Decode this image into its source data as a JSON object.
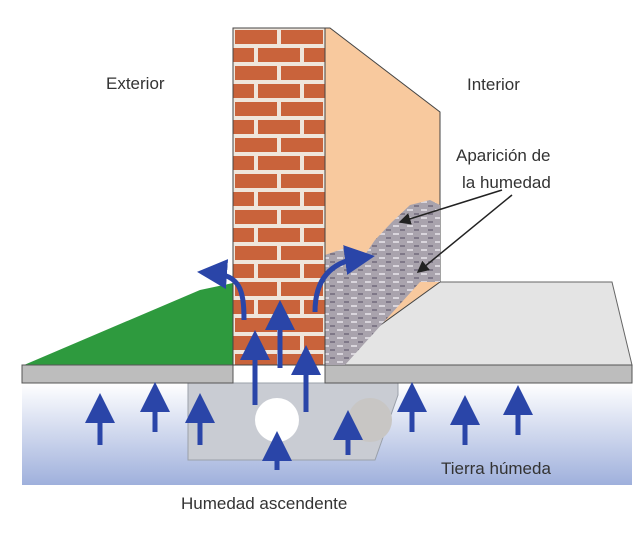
{
  "labels": {
    "exterior": "Exterior",
    "interior": "Interior",
    "appearance_line1": "Aparición de",
    "appearance_line2": "la humedad",
    "wet_soil": "Tierra húmeda",
    "rising_damp": "Humedad ascendente"
  },
  "colors": {
    "brick": "#c9633b",
    "mortar": "#efe6dc",
    "interior_wall": "#f8c99e",
    "grass": "#2e9a3e",
    "arrow": "#2a45a8",
    "damp": "#a9a3ad",
    "slab": "#bdbdbd",
    "soil": "#9fb0dc"
  }
}
